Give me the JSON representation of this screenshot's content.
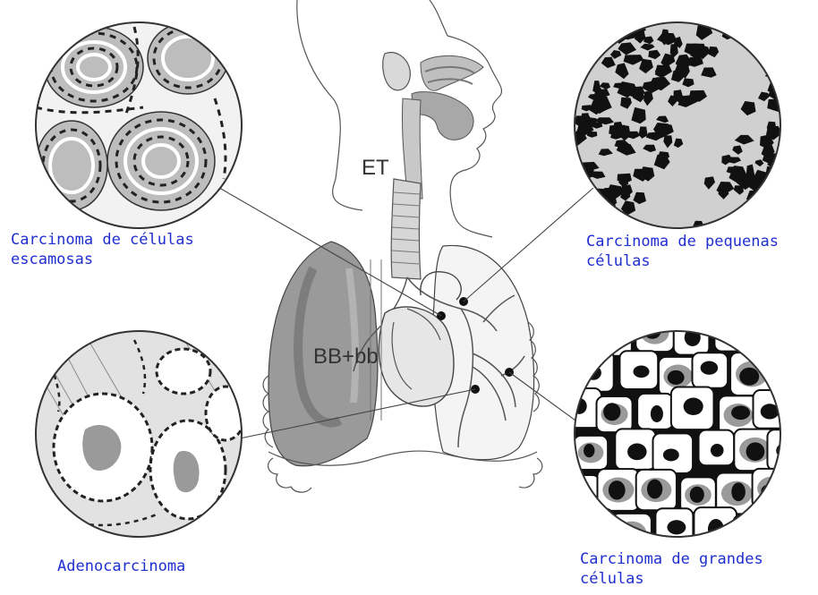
{
  "diagram": {
    "region_labels": {
      "extrathoracic": "ET",
      "bronchial": "BB+bb"
    },
    "captions": {
      "squamous": "Carcinoma de células\nescamosas",
      "small_cell": "Carcinoma de pequenas\ncélulas",
      "adeno": "Adenocarcinoma",
      "large_cell": "Carcinoma de grandes\ncélulas"
    },
    "colors": {
      "caption_text": "#1f2fd0",
      "tissue_gray": "#9a9a9a",
      "dark_gray": "#6b6b6b",
      "outline": "#444444"
    }
  }
}
